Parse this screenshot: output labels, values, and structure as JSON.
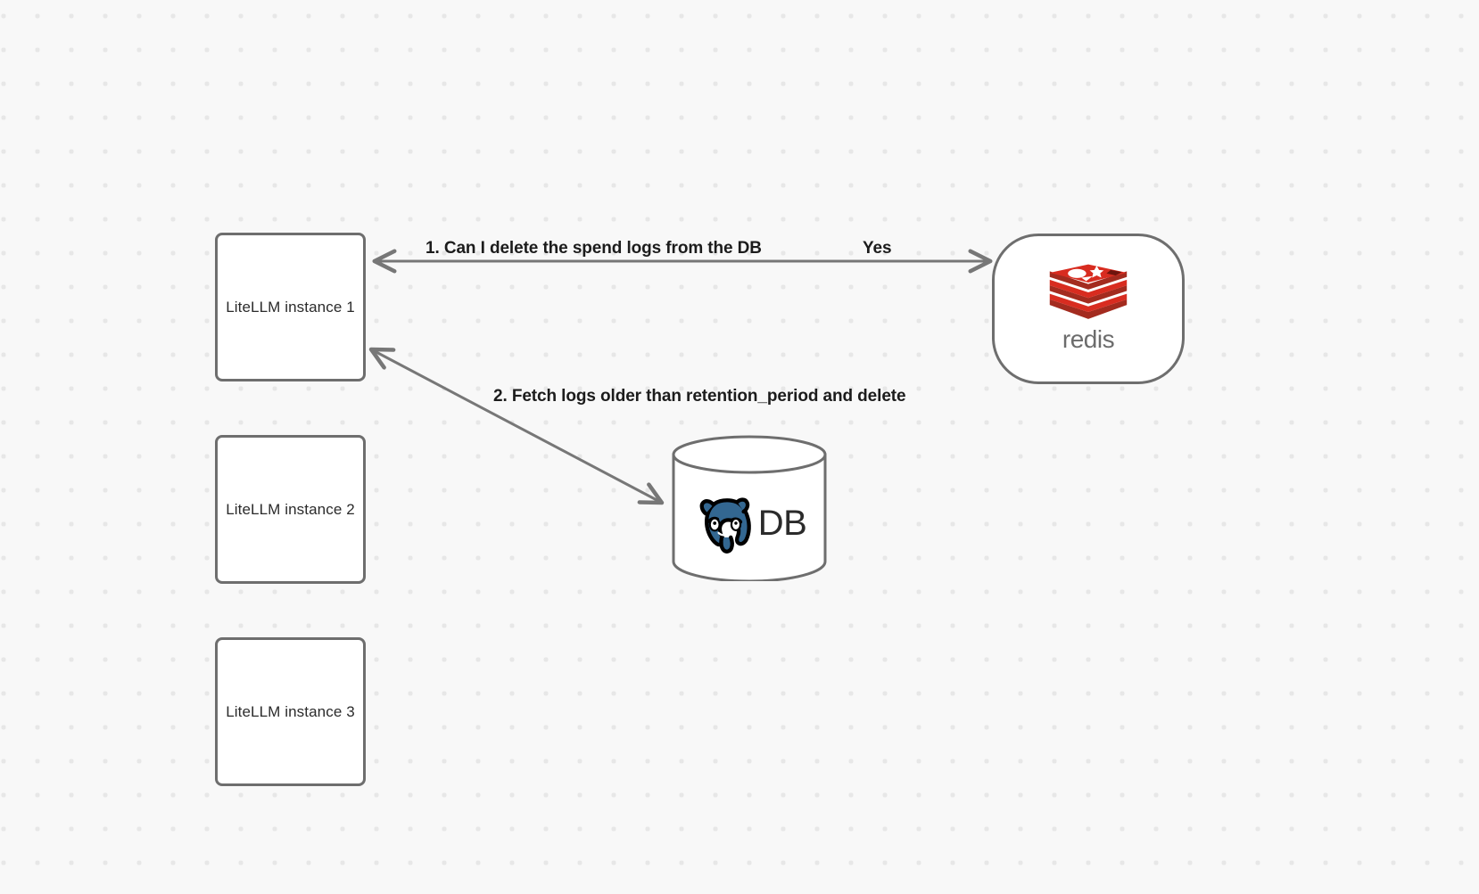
{
  "canvas": {
    "background_color": "#f8f8f8",
    "grid_dot_color": "#e7e7e7",
    "node_border_color": "#6e6e6e",
    "edge_color": "#777777"
  },
  "nodes": {
    "litellm_instances": [
      {
        "id": "litellm-1",
        "label": "LiteLLM instance 1"
      },
      {
        "id": "litellm-2",
        "label": "LiteLLM instance 2"
      },
      {
        "id": "litellm-3",
        "label": "LiteLLM instance 3"
      }
    ],
    "redis": {
      "id": "redis-node",
      "wordmark": "redis",
      "logo_color": "#d82c20",
      "wordmark_color": "#6c6c6c"
    },
    "database": {
      "id": "db-node",
      "label": "DB",
      "logo_name": "postgresql-elephant",
      "logo_color": "#336791"
    }
  },
  "edges": [
    {
      "id": "edge-1",
      "from": "litellm-1",
      "to": "redis",
      "label": "1.  Can I delete the spend logs from the DB",
      "answer_label": "Yes",
      "direction": "bidirectional"
    },
    {
      "id": "edge-2",
      "from": "litellm-1",
      "to": "database",
      "label": "2.  Fetch logs older than retention_period and delete",
      "direction": "bidirectional"
    }
  ]
}
